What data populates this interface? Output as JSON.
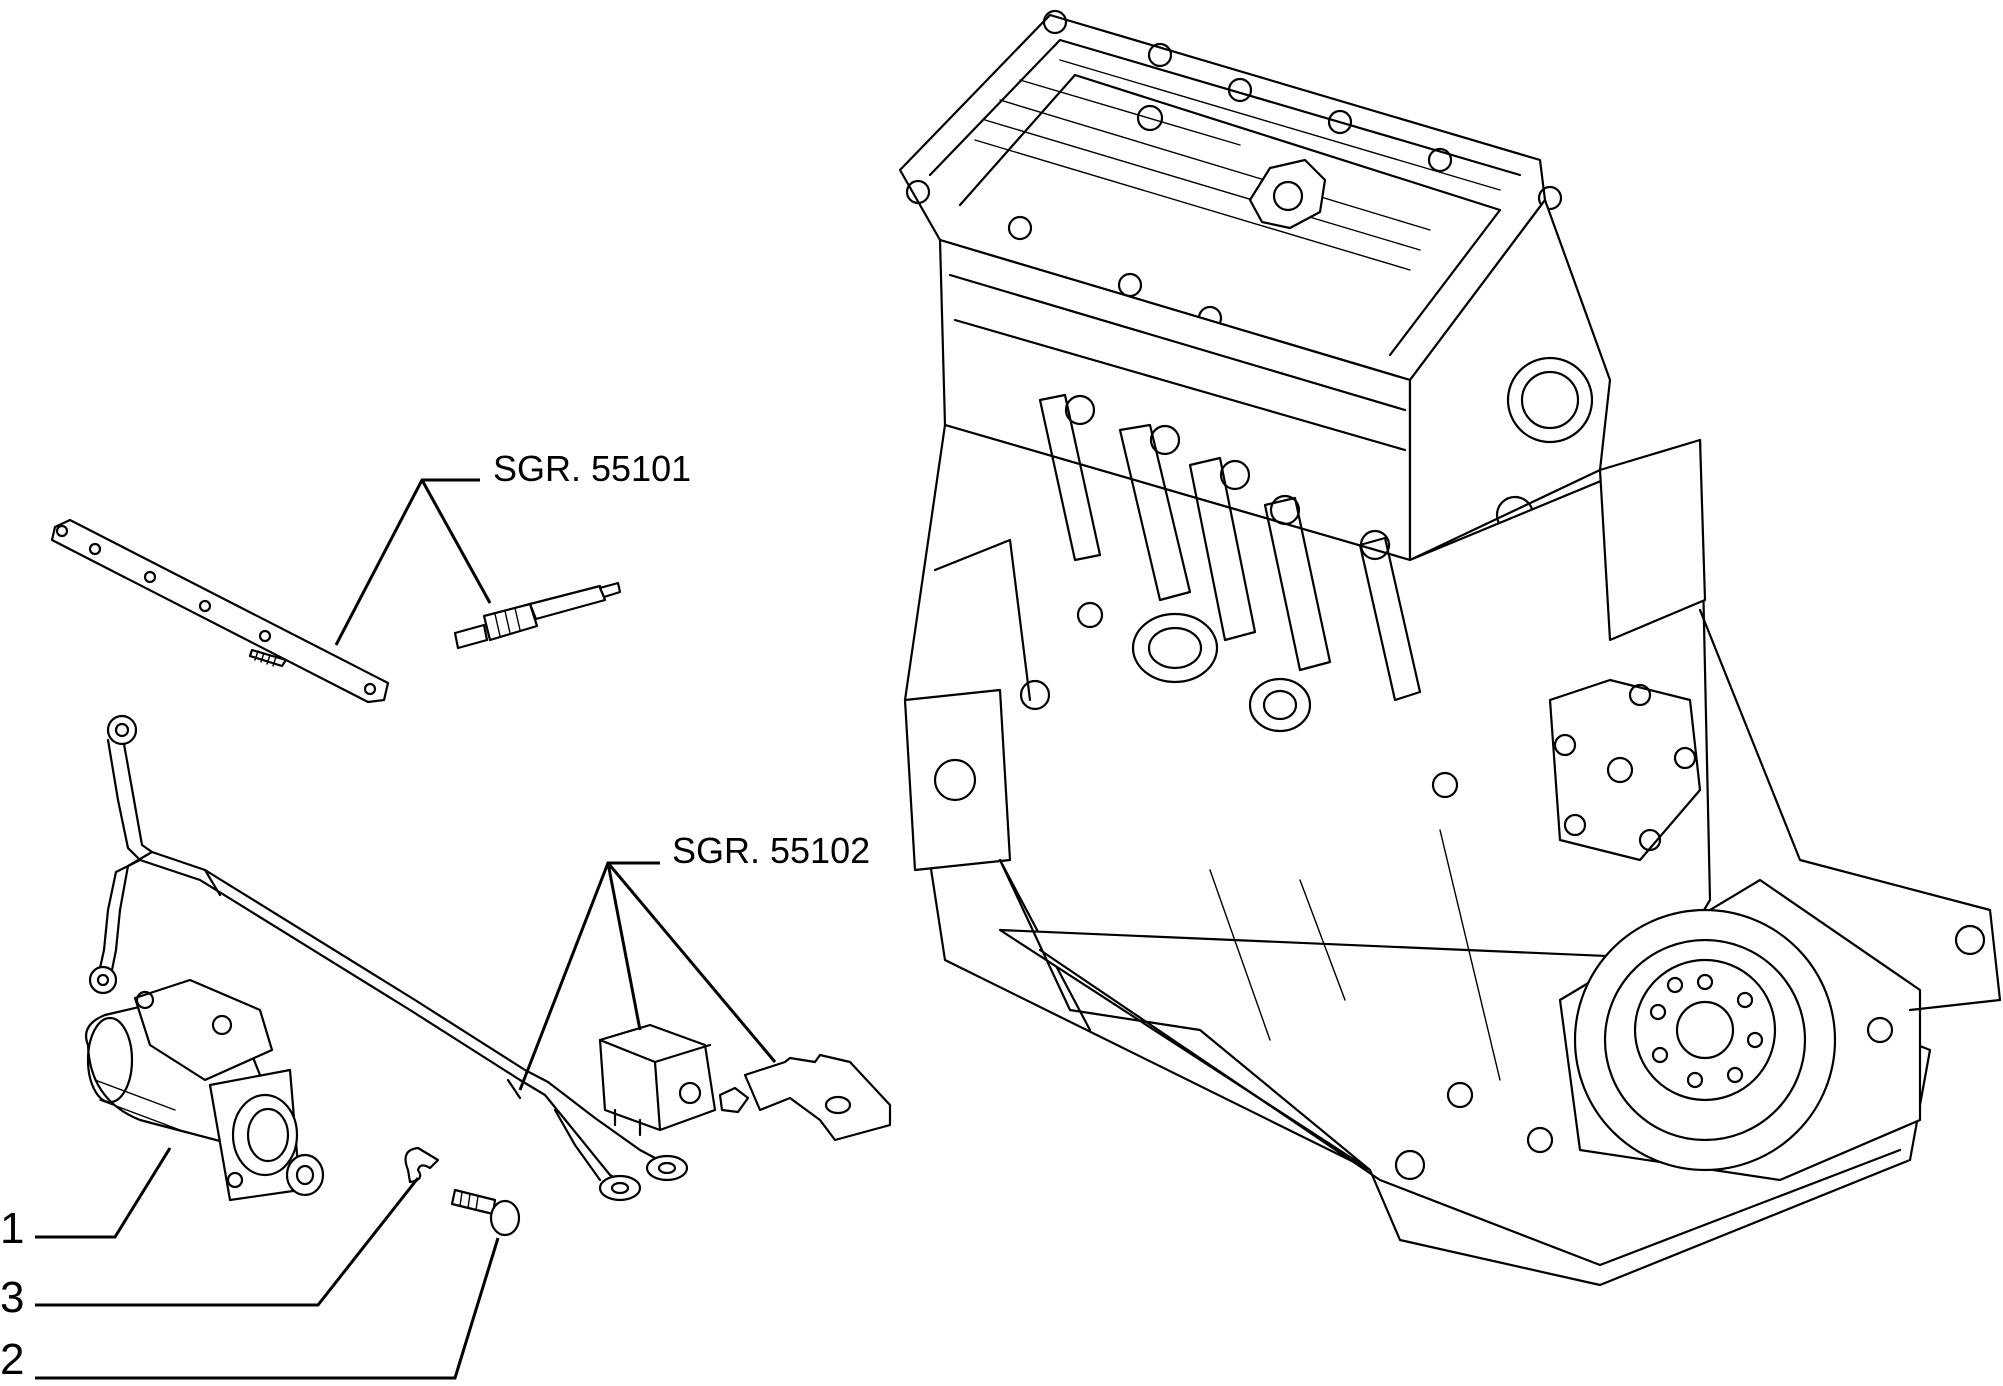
{
  "callouts": {
    "sgr_1": "SGR. 55101",
    "sgr_2": "SGR. 55102",
    "item_1": "1",
    "item_2": "2",
    "item_3": "3"
  },
  "icons": [
    "engine-block-drawing",
    "starter-motor-drawing",
    "battery-cable-drawing",
    "relay-drawing",
    "glow-plug-drawing",
    "glow-plug-strip-drawing",
    "washer-drawing",
    "bolt-drawing",
    "bracket-drawing"
  ],
  "colors": {
    "line": "#000000",
    "background": "#ffffff"
  }
}
